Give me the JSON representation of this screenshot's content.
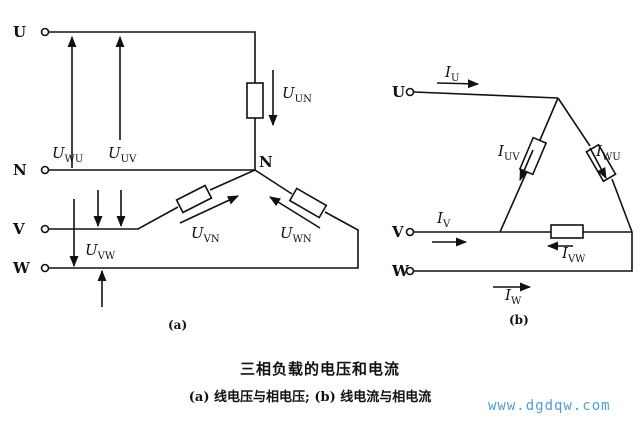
{
  "figure": {
    "a": {
      "terminals": {
        "u": "U",
        "n": "N",
        "v": "V",
        "w": "W"
      },
      "node_n": "N",
      "voltages": {
        "uwu": {
          "base": "U",
          "sub": "WU"
        },
        "uuv": {
          "base": "U",
          "sub": "UV"
        },
        "uun": {
          "base": "U",
          "sub": "UN"
        },
        "uvw": {
          "base": "U",
          "sub": "VW"
        },
        "uvn": {
          "base": "U",
          "sub": "VN"
        },
        "uwn": {
          "base": "U",
          "sub": "WN"
        }
      },
      "label": "(a)"
    },
    "b": {
      "terminals": {
        "u": "U",
        "v": "V",
        "w": "W"
      },
      "currents": {
        "iu": {
          "base": "I",
          "sub": "U"
        },
        "iv": {
          "base": "I",
          "sub": "V"
        },
        "iw": {
          "base": "I",
          "sub": "W"
        },
        "iuv": {
          "base": "I",
          "sub": "UV"
        },
        "iwu": {
          "base": "I",
          "sub": "WU"
        },
        "ivw": {
          "base": "I",
          "sub": "VW"
        }
      },
      "label": "(b)"
    }
  },
  "caption": {
    "title": "三相负载的电压和电流",
    "subtitle": "(a) 线电压与相电压; (b) 线电流与相电流"
  },
  "watermark": "www.dgdqw.com"
}
